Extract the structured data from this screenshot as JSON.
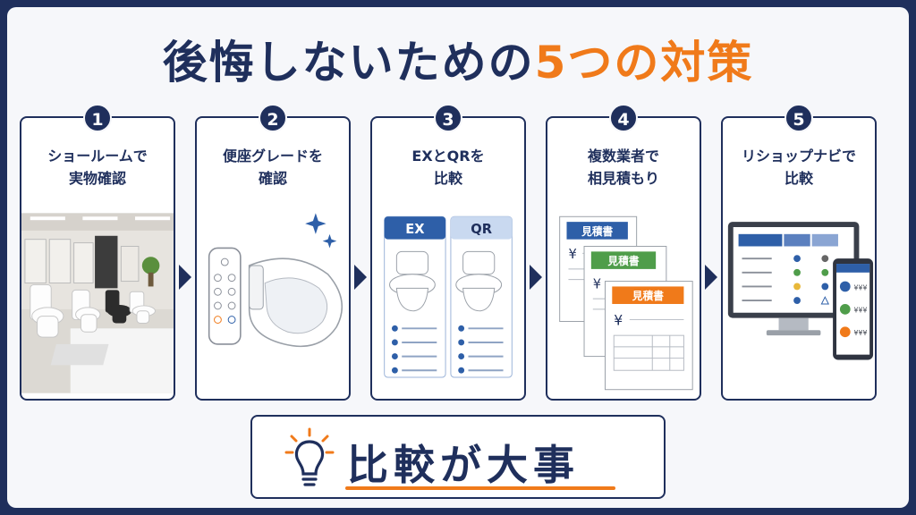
{
  "title": {
    "main": "後悔しないための",
    "accent": "5つの対策"
  },
  "steps": [
    {
      "number": "1",
      "line1": "ショールームで",
      "line2": "実物確認"
    },
    {
      "number": "2",
      "line1": "便座グレードを",
      "line2": "確認"
    },
    {
      "number": "3",
      "line1": "EXとQRを",
      "line2": "比較",
      "tabs": [
        "EX",
        "QR"
      ]
    },
    {
      "number": "4",
      "line1": "複数業者で",
      "line2": "相見積もり",
      "docs": [
        "見積書",
        "見積書",
        "見積書"
      ],
      "currency": "¥"
    },
    {
      "number": "5",
      "line1": "リショップナビで",
      "line2": "比較",
      "prices": [
        "¥¥¥",
        "¥¥¥",
        "¥¥¥"
      ]
    }
  ],
  "conclusion": "比較が大事",
  "colors": {
    "navy": "#1f2f5c",
    "orange": "#f07a1a",
    "blue": "#2e5fa8",
    "green": "#4f9d4a"
  },
  "icons": [
    "lightbulb-icon",
    "sparkle-icon",
    "toilet-icon",
    "remote-icon",
    "monitor-icon",
    "smartphone-icon"
  ]
}
